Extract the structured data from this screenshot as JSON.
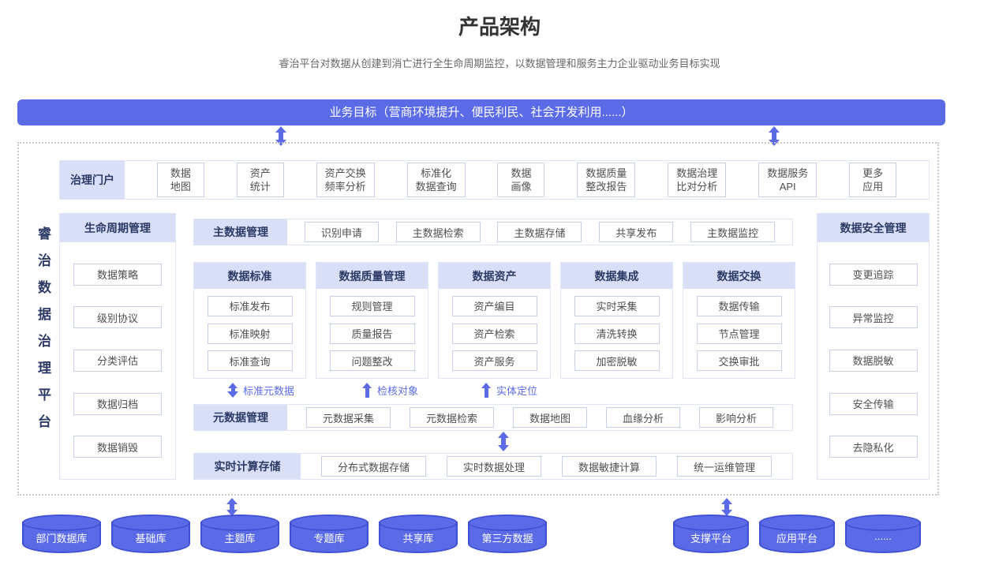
{
  "page": {
    "title": "产品架构",
    "subtitle": "睿治平台对数据从创建到消亡进行全生命周期监控，以数据管理和服务主力企业驱动业务目标实现"
  },
  "banner": {
    "label": "业务目标（营商环境提升、便民利民、社会开发利用......）"
  },
  "platform": {
    "vertical_title": "睿治数据治理平台"
  },
  "portal": {
    "header": "治理门户",
    "items": [
      "数据\n地图",
      "资产\n统计",
      "资产交换\n频率分析",
      "标准化\n数据查询",
      "数据\n画像",
      "数据质量\n整改报告",
      "数据治理\n比对分析",
      "数据服务\nAPI",
      "更多\n应用"
    ]
  },
  "lifecycle": {
    "header": "生命周期管理",
    "items": [
      "数据策略",
      "级别协议",
      "分类评估",
      "数据归档",
      "数据销毁"
    ]
  },
  "master": {
    "header": "主数据管理",
    "items": [
      "识别申请",
      "主数据检索",
      "主数据存储",
      "共享发布",
      "主数据监控"
    ]
  },
  "columns": [
    {
      "header": "数据标准",
      "items": [
        "标准发布",
        "标准映射",
        "标准查询"
      ]
    },
    {
      "header": "数据质量管理",
      "items": [
        "规则管理",
        "质量报告",
        "问题整改"
      ]
    },
    {
      "header": "数据资产",
      "items": [
        "资产编目",
        "资产检索",
        "资产服务"
      ]
    },
    {
      "header": "数据集成",
      "items": [
        "实时采集",
        "清洗转换",
        "加密脱敏"
      ]
    },
    {
      "header": "数据交换",
      "items": [
        "数据传输",
        "节点管理",
        "交换审批"
      ]
    }
  ],
  "flows": [
    {
      "label": "标准元数据"
    },
    {
      "label": "检核对象"
    },
    {
      "label": "实体定位"
    }
  ],
  "metadata": {
    "header": "元数据管理",
    "items": [
      "元数据采集",
      "元数据检索",
      "数据地图",
      "血缘分析",
      "影响分析"
    ]
  },
  "realtime": {
    "header": "实时计算存储",
    "items": [
      "分布式数据存储",
      "实时数据处理",
      "数据敏捷计算",
      "统一运维管理"
    ]
  },
  "security": {
    "header": "数据安全管理",
    "items": [
      "变更追踪",
      "异常监控",
      "数据脱敏",
      "安全传输",
      "去隐私化"
    ]
  },
  "databases": {
    "left": [
      "部门数据库",
      "基础库",
      "主题库",
      "专题库",
      "共享库",
      "第三方数据"
    ],
    "right": [
      "支撑平台",
      "应用平台",
      "......"
    ]
  },
  "colors": {
    "primary": "#5b6be8",
    "cyl_stroke": "#4050d4",
    "header_bg": "#d8dff6",
    "header_text": "#2c3a66",
    "box_border": "#c6d0ec",
    "panel_border": "#dfe5f4",
    "item_text": "#4f4f4f",
    "dotted": "#c7c7c7"
  }
}
